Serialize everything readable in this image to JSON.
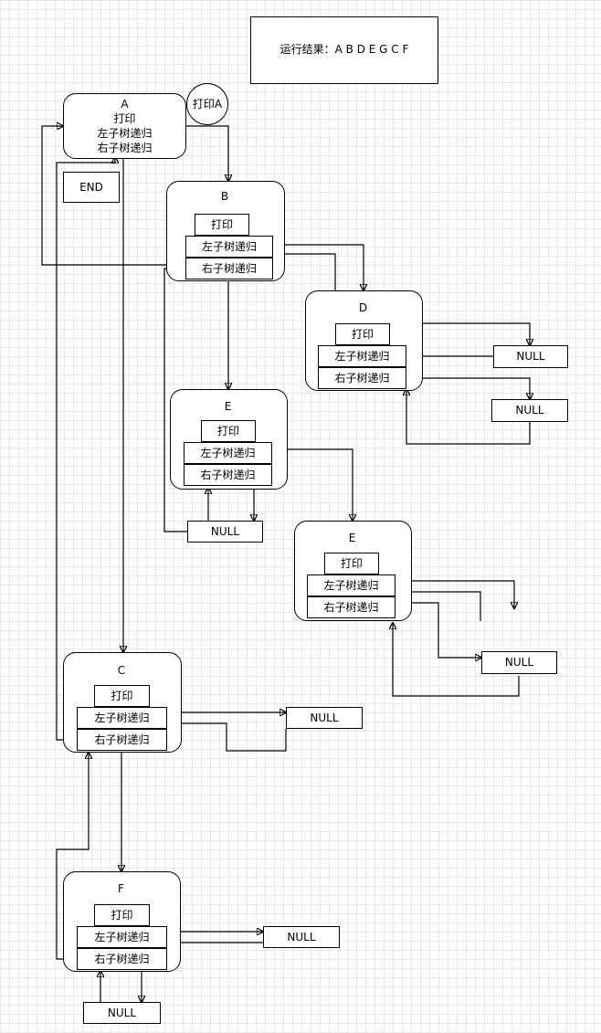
{
  "result_label": "运行结果：A B D E G C F",
  "print_a_bubble": "打印A",
  "end_label": "END",
  "node_a": {
    "title": "A",
    "line1": "打印",
    "line2": "左子树递归",
    "line3": "右子树递归"
  },
  "nodes": {
    "b": {
      "title": "B",
      "print": "打印",
      "left": "左子树递归",
      "right": "右子树递归"
    },
    "d": {
      "title": "D",
      "print": "打印",
      "left": "左子树递归",
      "right": "右子树递归"
    },
    "e1": {
      "title": "E",
      "print": "打印",
      "left": "左子树递归",
      "right": "右子树递归"
    },
    "e2": {
      "title": "E",
      "print": "打印",
      "left": "左子树递归",
      "right": "右子树递归"
    },
    "c": {
      "title": "C",
      "print": "打印",
      "left": "左子树递归",
      "right": "右子树递归"
    },
    "f": {
      "title": "F",
      "print": "打印",
      "left": "左子树递归",
      "right": "右子树递归"
    }
  },
  "null_label": "NULL"
}
